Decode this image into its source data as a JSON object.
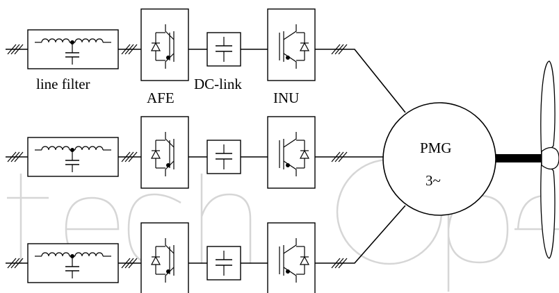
{
  "labels": {
    "line_filter": "line filter",
    "afe": "AFE",
    "dc_link": "DC-link",
    "inu": "INU",
    "generator_name": "PMG",
    "generator_phase": "3~"
  },
  "branches": [
    {
      "id": "upper"
    },
    {
      "id": "middle"
    },
    {
      "id": "lower"
    }
  ],
  "watermark": {
    "text": "techOpen"
  }
}
